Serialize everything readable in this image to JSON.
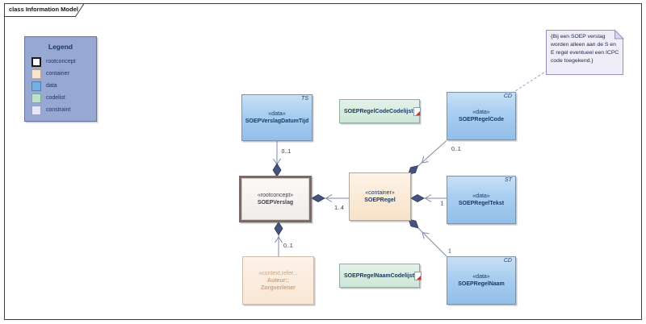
{
  "frame": {
    "title": "class Information Model"
  },
  "legend": {
    "title": "Legend",
    "items": [
      {
        "label": "rootconcept",
        "fill": "#FFFFFF",
        "border": "#1A1A1A"
      },
      {
        "label": "container",
        "fill": "#FAE4CE",
        "border": "#B5A590"
      },
      {
        "label": "data",
        "fill": "#74AEE2",
        "border": "#4E7FB0"
      },
      {
        "label": "codelist",
        "fill": "#BCE0CD",
        "border": "#7FA995"
      },
      {
        "label": "constraint",
        "fill": "#E6E6F5",
        "border": "#9C9CC5"
      }
    ]
  },
  "nodes": {
    "datumtijd": {
      "type_letter": "TS",
      "stereotype": "«data»",
      "name": "SOEPVerslagDatumTijd"
    },
    "soepverslag": {
      "stereotype": "«rootconcept»",
      "name": "SOEPVerslag"
    },
    "soepregel": {
      "stereotype": "«container»",
      "name": "SOEPRegel"
    },
    "code_codelijst": {
      "name": "SOEPRegelCodeCodelijst"
    },
    "naam_codelijst": {
      "name": "SOEPRegelNaamCodelijst"
    },
    "soepregelcode": {
      "type_letter": "CD",
      "stereotype": "«data»",
      "name": "SOEPRegelCode"
    },
    "soepregeltekst": {
      "type_letter": "ST",
      "stereotype": "«data»",
      "name": "SOEPRegelTekst"
    },
    "soepregelnaam": {
      "type_letter": "CD",
      "stereotype": "«data»",
      "name": "SOEPRegelNaam"
    },
    "auteur": {
      "stereotype": "«context,refer...",
      "name_line1": "Auteur::",
      "name_line2": "Zorgverlener"
    }
  },
  "note": {
    "text": "{Bij een SOEP verslag worden alleen aan de S en E regel eventueel een ICPC code toegekend.}"
  },
  "multiplicities": {
    "verslag_datumtijd": "0..1",
    "verslag_auteur": "0..1",
    "verslag_regel": "1..4",
    "regel_code": "0..1",
    "regel_tekst": "1",
    "regel_naam": "1"
  },
  "colors": {
    "data_fill": "#A8CDF0",
    "container_fill": "#F8E2C9",
    "codelist_fill": "#CDE6D8",
    "rootconcept_border": "#7C6A66",
    "note_fill": "#EFEDF8",
    "legend_fill": "#97A9D3",
    "diamond": "#47527D",
    "line": "#8089A4"
  }
}
